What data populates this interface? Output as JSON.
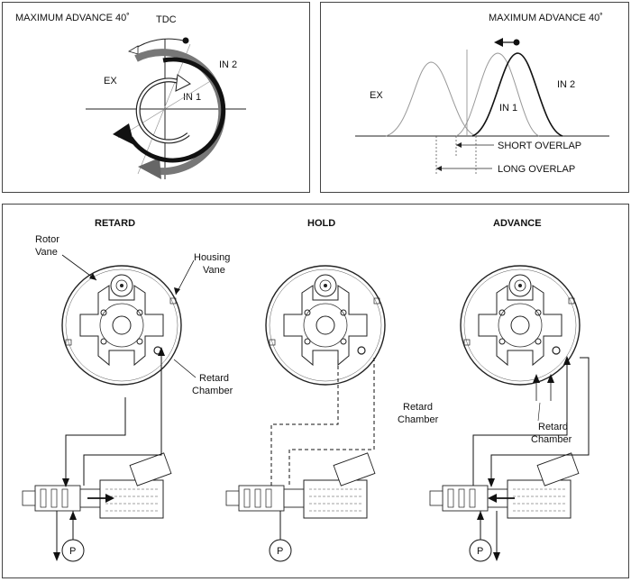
{
  "timing_left": {
    "title": "MAXIMUM ADVANCE 40˚",
    "tdc": "TDC",
    "ex": "EX",
    "in1": "IN 1",
    "in2": "IN 2"
  },
  "timing_right": {
    "title": "MAXIMUM ADVANCE 40˚",
    "ex": "EX",
    "in1": "IN 1",
    "in2": "IN 2",
    "short_overlap": "SHORT OVERLAP",
    "long_overlap": "LONG OVERLAP"
  },
  "modes": {
    "retard": {
      "title": "RETARD",
      "rotor_vane": [
        "Rotor",
        "Vane"
      ],
      "housing_vane": [
        "Housing",
        "Vane"
      ],
      "retard_chamber": [
        "Retard",
        "Chamber"
      ],
      "pump": "P"
    },
    "hold": {
      "title": "HOLD",
      "retard_chamber": [
        "Retard",
        "Chamber"
      ],
      "pump": "P"
    },
    "advance": {
      "title": "ADVANCE",
      "retard_chamber": [
        "Retard",
        "Chamber"
      ],
      "pump": "P"
    }
  }
}
